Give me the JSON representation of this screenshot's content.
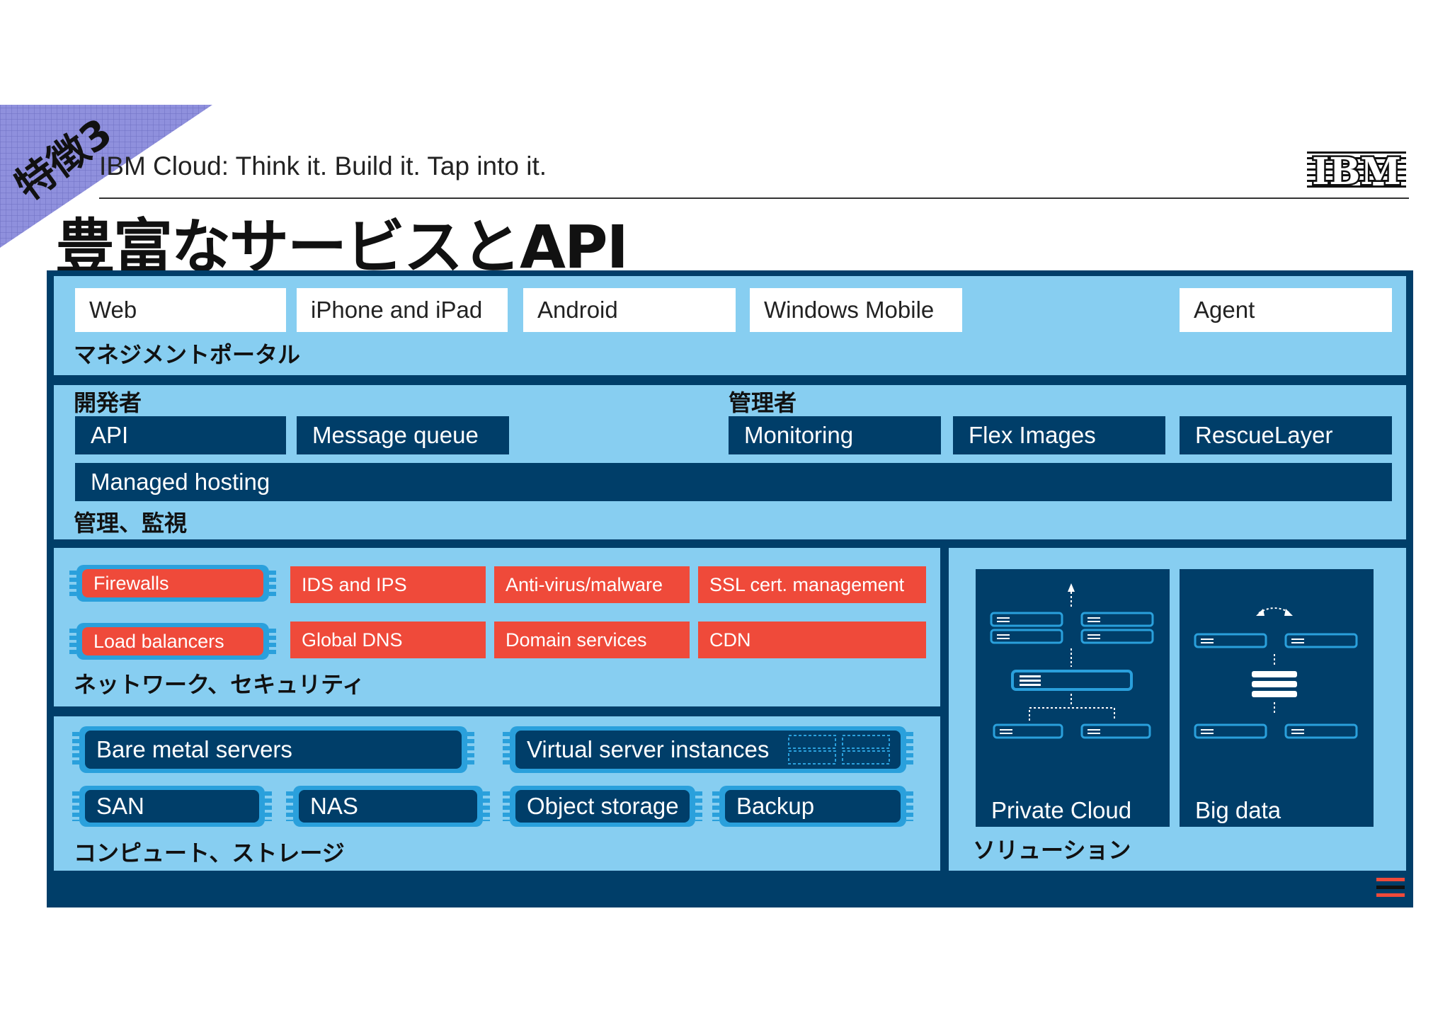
{
  "header": {
    "corner_badge": "特徴3",
    "subtitle": "IBM Cloud: Think it. Build it. Tap into it.",
    "title": "豊富なサービスとAPI",
    "logo": "IBM"
  },
  "colors": {
    "navy": "#003e69",
    "light_blue": "#87cef1",
    "accent_blue": "#2aa0dc",
    "red": "#ef4a3a",
    "badge": "#8e8edc"
  },
  "portal": {
    "items": [
      "Web",
      "iPhone and iPad",
      "Android",
      "Windows Mobile",
      "Agent"
    ],
    "label": "マネジメントポータル"
  },
  "management": {
    "developer_label": "開発者",
    "admin_label": "管理者",
    "developer_items": [
      "API",
      "Message queue"
    ],
    "admin_items": [
      "Monitoring",
      "Flex Images",
      "RescueLayer"
    ],
    "managed_hosting": "Managed hosting",
    "label": "管理、監視"
  },
  "network": {
    "firewalls": "Firewalls",
    "load_balancers": "Load balancers",
    "row1": [
      "IDS and IPS",
      "Anti-virus/malware",
      "SSL cert. management"
    ],
    "row2": [
      "Global DNS",
      "Domain services",
      "CDN"
    ],
    "label": "ネットワーク、セキュリティ"
  },
  "compute": {
    "bare_metal": "Bare metal servers",
    "virtual": "Virtual server instances",
    "san": "SAN",
    "nas": "NAS",
    "object_storage": "Object storage",
    "backup": "Backup",
    "label": "コンピュート、ストレージ"
  },
  "solutions": {
    "private_cloud": "Private Cloud",
    "big_data": "Big data",
    "label": "ソリューション"
  }
}
